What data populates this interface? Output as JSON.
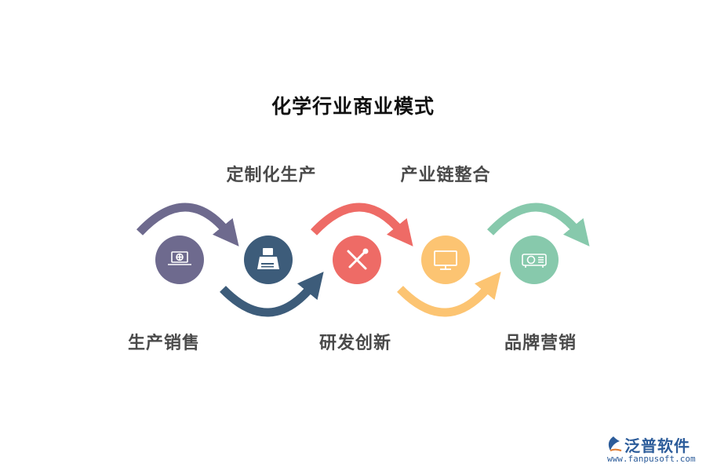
{
  "title": "化学行业商业模式",
  "steps": [
    {
      "label": "生产销售",
      "color": "#6e6a8e",
      "icon": "laptop-globe-icon"
    },
    {
      "label": "定制化生产",
      "color": "#3d5c7a",
      "icon": "typewriter-icon"
    },
    {
      "label": "研发创新",
      "color": "#ee6b66",
      "icon": "tools-icon"
    },
    {
      "label": "产业链整合",
      "color": "#fcc472",
      "icon": "monitor-icon"
    },
    {
      "label": "品牌营销",
      "color": "#87c9ac",
      "icon": "projector-icon"
    }
  ],
  "watermark": {
    "brand": "泛普软件",
    "url": "www.fanpusoft.com",
    "color": "#2c5c9a"
  }
}
